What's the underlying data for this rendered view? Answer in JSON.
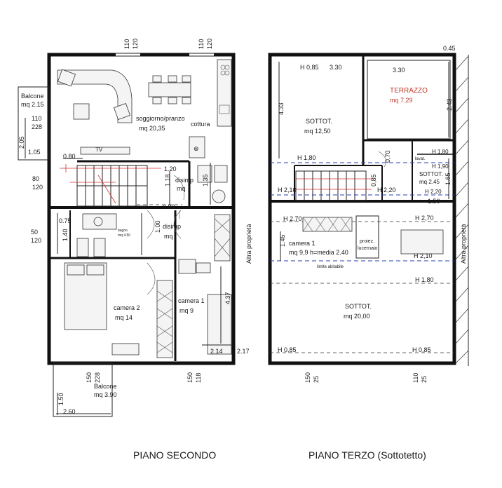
{
  "captions": {
    "second_floor": "PIANO SECONDO",
    "third_floor": "PIANO TERZO (Sottotetto)"
  },
  "colors": {
    "walls": "#111111",
    "stair_red": "#d23030",
    "dashed_blue": "#2a3fb0",
    "terrazzo_red": "#c0392b"
  },
  "second_floor": {
    "balcone_top": {
      "name": "Balcone",
      "area": "mq 2.15"
    },
    "balcone_bottom": {
      "name": "Balcone",
      "area": "mq 3.90"
    },
    "soggiorno": {
      "name": "soggiorno/pranzo",
      "area": "mq 20,35"
    },
    "cottura": "cottura",
    "tv": "TV",
    "disimp_top": {
      "name": "disimp",
      "area": "mq"
    },
    "disimp_mid": {
      "name": "disimp",
      "area": "mq"
    },
    "bagno_small": {
      "name": "bagno",
      "area": "mq 4.50"
    },
    "camera2": {
      "name": "camera 2",
      "area": "mq 14"
    },
    "camera1": {
      "name": "camera 1",
      "area": "mq 9"
    },
    "altra_proprieta": "Altra proprietà",
    "dims": {
      "d110_120_a": "110",
      "d110_120_a2": "120",
      "d110_120_b": "110",
      "d110_120_b2": "120",
      "d110_228_a": "110",
      "d110_228_b": "228",
      "d205": "2.05",
      "d105": "1.05",
      "d080a": "0.80",
      "d080_120_a": "80",
      "d080_120_b": "120",
      "d120": "1.20",
      "d118": "1.18",
      "d135": "1.35",
      "d080b": "0.80",
      "d075": "0.75",
      "d050_120_a": "50",
      "d050_120_b": "120",
      "d140": "1.40",
      "d100": "1.00",
      "d437": "4.37",
      "d214": "2.14",
      "d217": "2.17",
      "d150_228_a": "150",
      "d150_228_b": "228",
      "d150_118_a": "150",
      "d150_118_b": "118",
      "d150": "1.50",
      "d260": "2.60"
    }
  },
  "third_floor": {
    "sottot_top": {
      "name": "SOTTOT.",
      "area": "mq 12,50"
    },
    "terrazzo": {
      "name": "TERRAZZO",
      "area": "mq 7.29"
    },
    "lavat": "lavat.",
    "sottot_small": {
      "name": "SOTTOT.",
      "area": "mq 2.45"
    },
    "camera1": {
      "name": "camera 1",
      "area": "mq 9,9 h=media 2.40"
    },
    "limite": "limite abitabile",
    "proiez": {
      "line1": "proiez.",
      "line2": "lucernaio"
    },
    "sottot_big": {
      "name": "SOTTOT.",
      "area": "mq 20,00"
    },
    "altra_proprieta": "Altra proprietà",
    "dims": {
      "h085a": "H 0,85",
      "d330a": "3.30",
      "d330b": "3.30",
      "d045": "0.45",
      "d433": "4.33",
      "d243": "2.43",
      "h180a": "H 1,80",
      "d070": "0,70",
      "h180b": "H 1,80",
      "h190": "H 1,90",
      "h210a": "H 2,10",
      "d085": "0,85",
      "h220a": "H 2,20",
      "h220b": "H 2,20",
      "d165": "1.65",
      "d150": "1.50",
      "h270a": "H 2,70",
      "h270b": "H 2,70",
      "d145": "1.45",
      "h210b": "H 2,10",
      "h180c": "H 1,80",
      "h085b": "H 0,85",
      "h085c": "H 0,85",
      "d150_25_a": "150",
      "d150_25_b": "25",
      "d110_25_a": "110",
      "d110_25_b": "25"
    }
  }
}
